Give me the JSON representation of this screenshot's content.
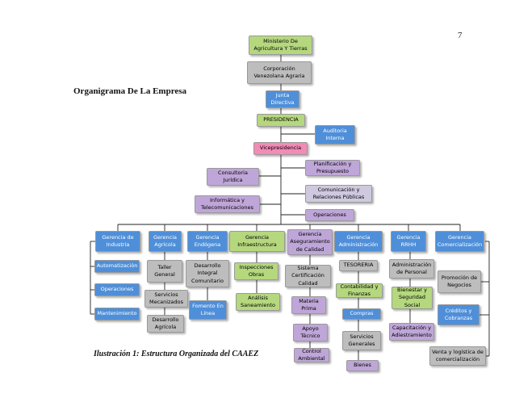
{
  "page_number": "7",
  "heading": "Organigrama De La Empresa",
  "caption": "Ilustración 1: Estructura Organizada del CAAEZ",
  "colors": {
    "green": "#b5d77e",
    "gray": "#bdbdbd",
    "pink": "#f28bb6",
    "purple": "#bfa6d8",
    "lavender": "#cfc9df",
    "blue": "#4f8fd9",
    "line": "#222222"
  },
  "nodes": {
    "ministerio": "Ministerio De Agricultura Y Tierras",
    "corporacion": "Corporación Venezolana Agraria",
    "junta": "Junta Directiva",
    "presidencia": "PRESIDENCIA",
    "auditoria": "Auditoria Interna",
    "vicepresidencia": "Vicepresidencia",
    "planificacion": "Planificación y Presupuesto",
    "consultoria": "Consultoria Jurídica",
    "comunicacion": "Comunicación y Relaciones Públicas",
    "informatica": "Informática y Telecomunicaciones",
    "operaciones_staff": "Operaciones",
    "g_industria": "Gerencia de Industria",
    "g_agricola": "Gerencia Agrícola",
    "g_endogena": "Gerencia Endógena",
    "g_infraestructura": "Gerencia Infraestructura",
    "g_calidad": "Gerencia Aseguramiento de Calidad",
    "g_administracion": "Gerencia Administración",
    "g_rrhh": "Gerencia RRHH",
    "g_comercializacion": "Gerencia Comercialización",
    "automatizacion": "Automatización",
    "operaciones_ind": "Operaciones",
    "mantenimiento": "Mantenimiento",
    "taller_general": "Taller General",
    "servicios_mecanizados": "Servicios Mecanizados",
    "desarrollo_agricola": "Desarrollo Agrícola",
    "desarrollo_integral": "Desarrollo Integral Comunitario",
    "fomento": "Fomento En Línea",
    "inspecciones": "Inspecciones Obras",
    "analisis": "Análisis Saneamiento",
    "sistema_certificacion": "Sistema Certificación Calidad",
    "materia_prima": "Materia Prima",
    "apoyo_tecnico": "Apoyo Técnico",
    "control_ambiental": "Control Ambiental",
    "tesoreria": "TESORERIA",
    "contabilidad": "Contabilidad y Finanzas",
    "compras": "Compras",
    "servicios_generales": "Servicios Generales",
    "bienes": "Bienes",
    "admin_personal": "Administración de Personal",
    "bienestar": "Bienestar y Seguridad Social",
    "capacitacion": "Capacitación y Adiestramiento",
    "promocion": "Promoción de Negocios",
    "creditos": "Créditos y Cobranzas",
    "ventas": "Venta y logística de comercialización"
  }
}
